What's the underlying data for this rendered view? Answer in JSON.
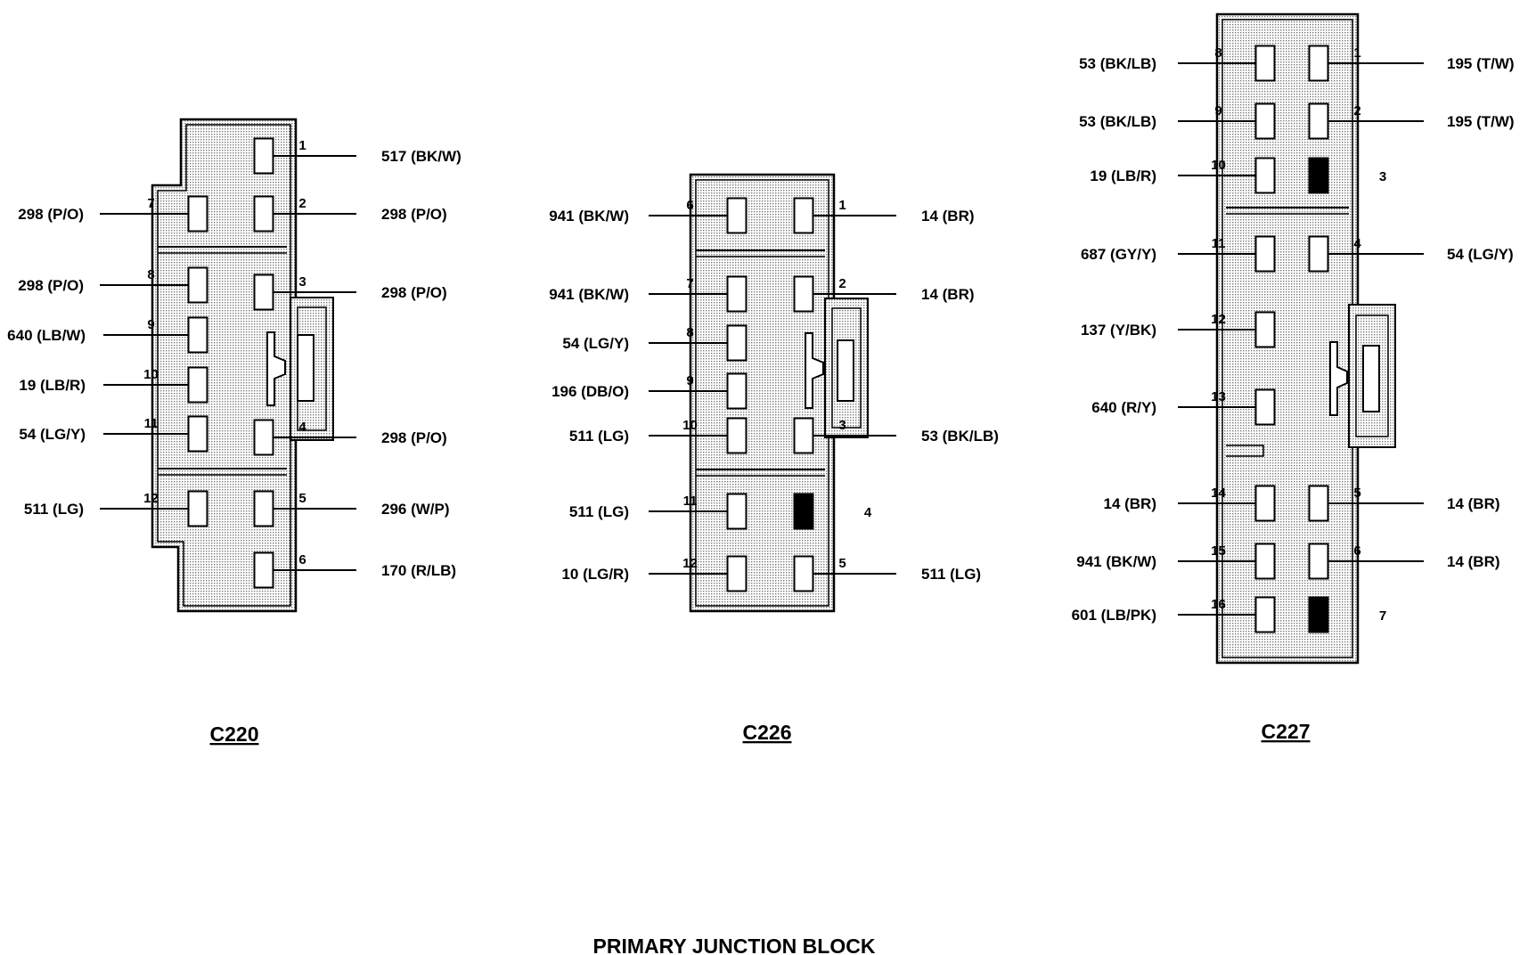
{
  "caption": "PRIMARY JUNCTION BLOCK",
  "connectors": [
    {
      "id": "C220",
      "pins": [
        {
          "n": "1",
          "label": "517 (BK/W)"
        },
        {
          "n": "2",
          "label": "298 (P/O)"
        },
        {
          "n": "3",
          "label": "298 (P/O)"
        },
        {
          "n": "4",
          "label": "298 (P/O)"
        },
        {
          "n": "5",
          "label": "296 (W/P)"
        },
        {
          "n": "6",
          "label": "170 (R/LB)"
        },
        {
          "n": "7",
          "label": "298 (P/O)"
        },
        {
          "n": "8",
          "label": "298 (P/O)"
        },
        {
          "n": "9",
          "label": "640 (LB/W)"
        },
        {
          "n": "10",
          "label": "19 (LB/R)"
        },
        {
          "n": "11",
          "label": "54 (LG/Y)"
        },
        {
          "n": "12",
          "label": "511 (LG)"
        }
      ]
    },
    {
      "id": "C226",
      "pins": [
        {
          "n": "1",
          "label": "14 (BR)"
        },
        {
          "n": "2",
          "label": "14 (BR)"
        },
        {
          "n": "3",
          "label": "53 (BK/LB)"
        },
        {
          "n": "4",
          "label": ""
        },
        {
          "n": "5",
          "label": "511 (LG)"
        },
        {
          "n": "6",
          "label": "941 (BK/W)"
        },
        {
          "n": "7",
          "label": "941 (BK/W)"
        },
        {
          "n": "8",
          "label": "54 (LG/Y)"
        },
        {
          "n": "9",
          "label": "196 (DB/O)"
        },
        {
          "n": "10",
          "label": "511 (LG)"
        },
        {
          "n": "11",
          "label": "511 (LG)"
        },
        {
          "n": "12",
          "label": "10 (LG/R)"
        }
      ]
    },
    {
      "id": "C227",
      "pins": [
        {
          "n": "1",
          "label": "195 (T/W)"
        },
        {
          "n": "2",
          "label": "195 (T/W)"
        },
        {
          "n": "3",
          "label": ""
        },
        {
          "n": "4",
          "label": "54 (LG/Y)"
        },
        {
          "n": "5",
          "label": "14 (BR)"
        },
        {
          "n": "6",
          "label": "14 (BR)"
        },
        {
          "n": "7",
          "label": ""
        },
        {
          "n": "8",
          "label": "53 (BK/LB)"
        },
        {
          "n": "9",
          "label": "53 (BK/LB)"
        },
        {
          "n": "10",
          "label": "19 (LB/R)"
        },
        {
          "n": "11",
          "label": "687 (GY/Y)"
        },
        {
          "n": "12",
          "label": "137 (Y/BK)"
        },
        {
          "n": "13",
          "label": "640 (R/Y)"
        },
        {
          "n": "14",
          "label": "14 (BR)"
        },
        {
          "n": "15",
          "label": "941 (BK/W)"
        },
        {
          "n": "16",
          "label": "601 (LB/PK)"
        }
      ]
    }
  ],
  "colors": {
    "ink": "#000000",
    "fill": "#d4d4d4",
    "paper": "#ffffff",
    "plug": "#000000"
  }
}
